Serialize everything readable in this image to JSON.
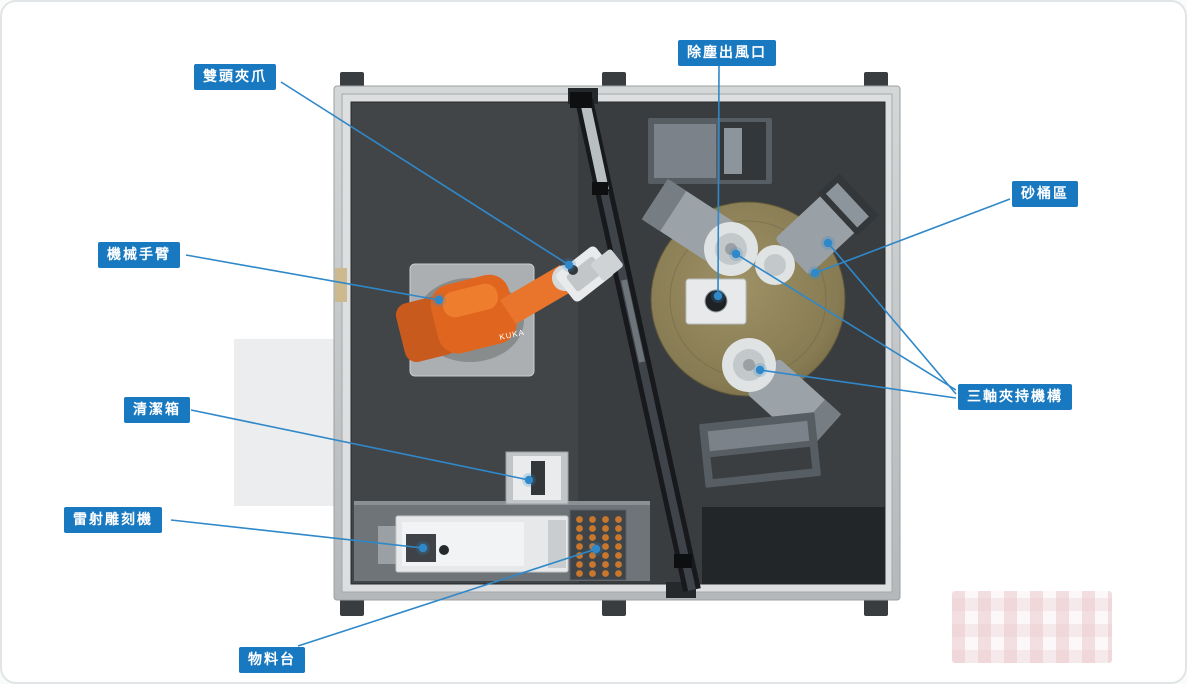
{
  "colors": {
    "label_bg": "#1878c0",
    "label_text": "#ffffff",
    "leader_line": "#2f88c9",
    "anchor_dot": "#2f88c9",
    "enclosure_floor": "#3a3d40",
    "disc": "#877b53",
    "robot_orange": "#e0661f"
  },
  "labels": [
    {
      "id": "double-head-gripper",
      "text": "雙頭夾爪"
    },
    {
      "id": "dust-outlet",
      "text": "除塵出風口"
    },
    {
      "id": "sand-bucket-area",
      "text": "砂桶區"
    },
    {
      "id": "robot-arm",
      "text": "機械手臂"
    },
    {
      "id": "three-axis-clamp",
      "text": "三軸夾持機構"
    },
    {
      "id": "cleaning-box",
      "text": "清潔箱"
    },
    {
      "id": "laser-engraver",
      "text": "雷射雕刻機"
    },
    {
      "id": "material-table",
      "text": "物料台"
    }
  ],
  "robot": {
    "brand": "KUKA"
  }
}
